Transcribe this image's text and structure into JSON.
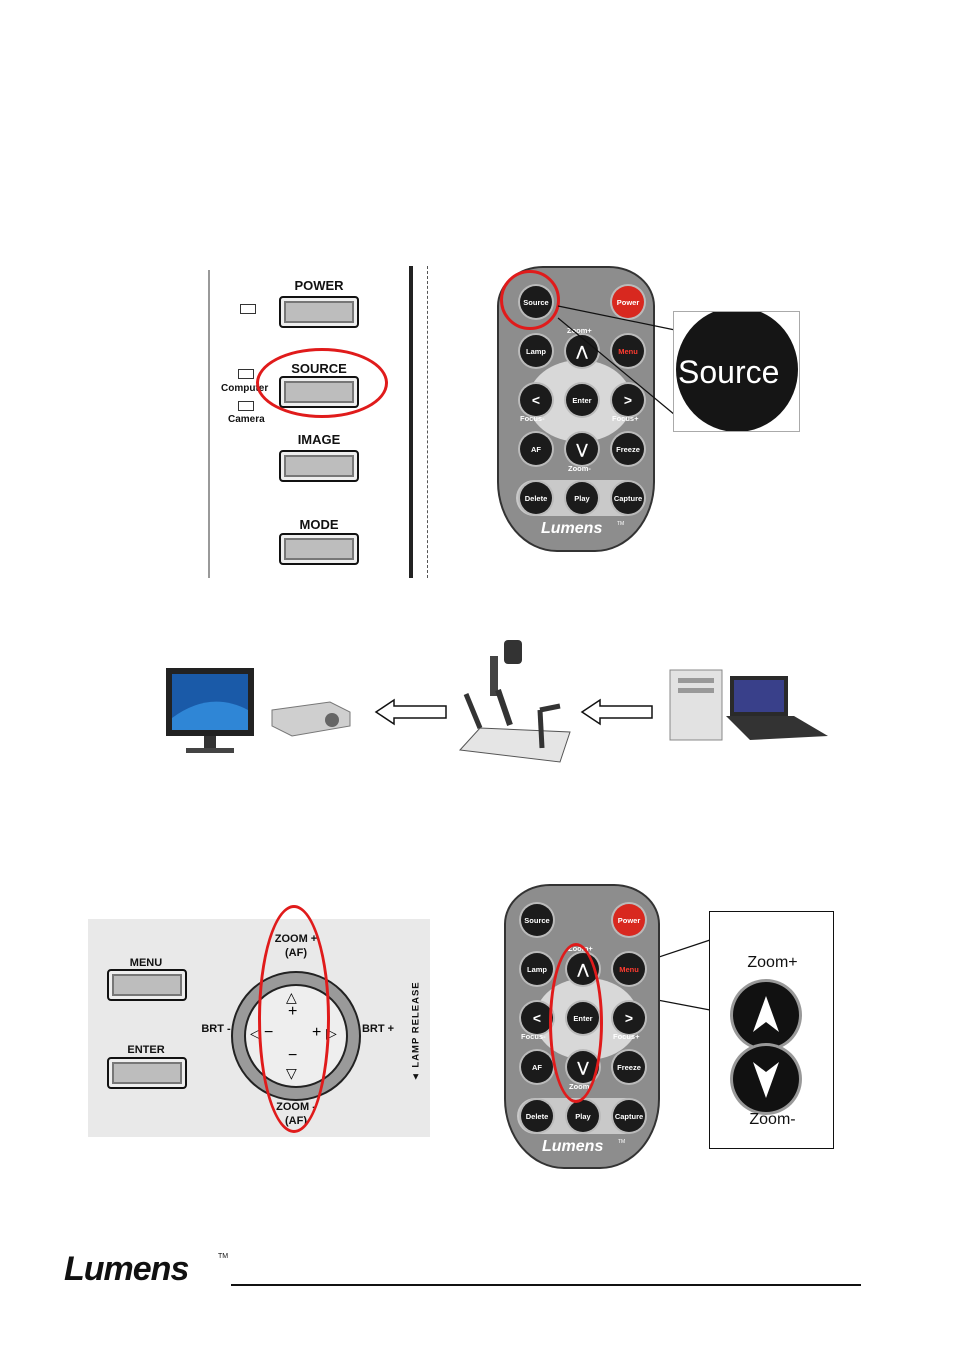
{
  "top_panel": {
    "power_label": "POWER",
    "source_label": "SOURCE",
    "image_label": "IMAGE",
    "mode_label": "MODE",
    "computer_label": "Computer",
    "camera_label": "Camera"
  },
  "remote": {
    "source": "Source",
    "power": "Power",
    "lamp": "Lamp",
    "menu": "Menu",
    "zoom_plus": "Zoom+",
    "zoom_minus": "Zoom-",
    "enter": "Enter",
    "focus_minus": "Focus-",
    "focus_plus": "Focus+",
    "af": "AF",
    "freeze": "Freeze",
    "delete": "Delete",
    "play": "Play",
    "capture": "Capture",
    "brand": "Lumens",
    "tm": "TM"
  },
  "source_zoom_label": "Source",
  "projector_panel": {
    "menu": "MENU",
    "enter": "ENTER",
    "zoom_plus_top": "ZOOM +",
    "af_top": "(AF)",
    "zoom_minus_bottom": "ZOOM -",
    "af_bottom": "(AF)",
    "brt_minus": "BRT -",
    "brt_plus": "BRT +",
    "lamp_release": "◄ LAMP RELEASE",
    "plus": "+",
    "minus": "−"
  },
  "zoom_box": {
    "zoom_plus": "Zoom+",
    "zoom_minus": "Zoom-"
  },
  "footer": {
    "brand": "Lumens",
    "tm": "TM"
  }
}
